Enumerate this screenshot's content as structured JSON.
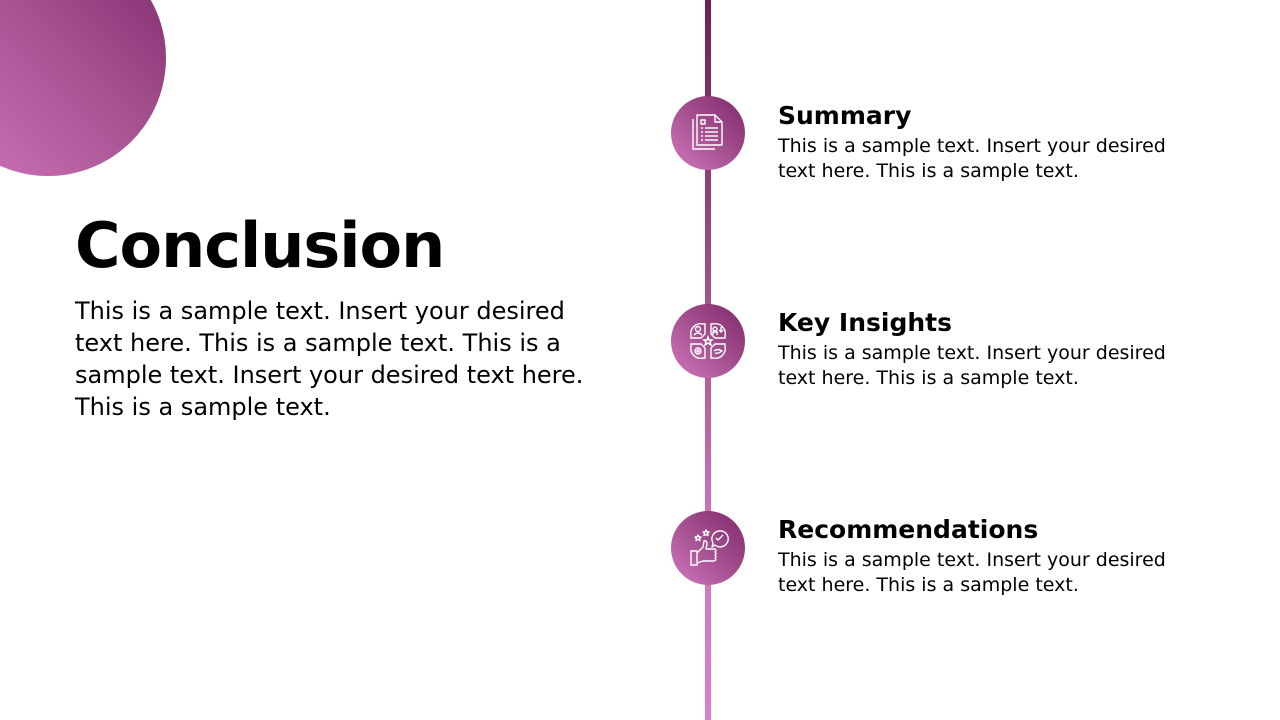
{
  "slide": {
    "title": "Conclusion",
    "body": "This is a sample text. Insert your desired text here. This is a sample text. This is a sample text. Insert your desired text here. This is a sample text."
  },
  "colors": {
    "accent_dark": "#7f2a6c",
    "accent_light": "#d476bf"
  },
  "timeline": {
    "items": [
      {
        "icon": "document-icon",
        "title": "Summary",
        "text": "This is a sample text. Insert your desired text here. This is a sample text."
      },
      {
        "icon": "insights-icon",
        "title": "Key Insights",
        "text": "This is a sample text. Insert your desired text here. This is a sample text."
      },
      {
        "icon": "thumbs-up-icon",
        "title": "Recommendations",
        "text": "This is a sample text. Insert your desired text here. This is a sample text."
      }
    ]
  }
}
